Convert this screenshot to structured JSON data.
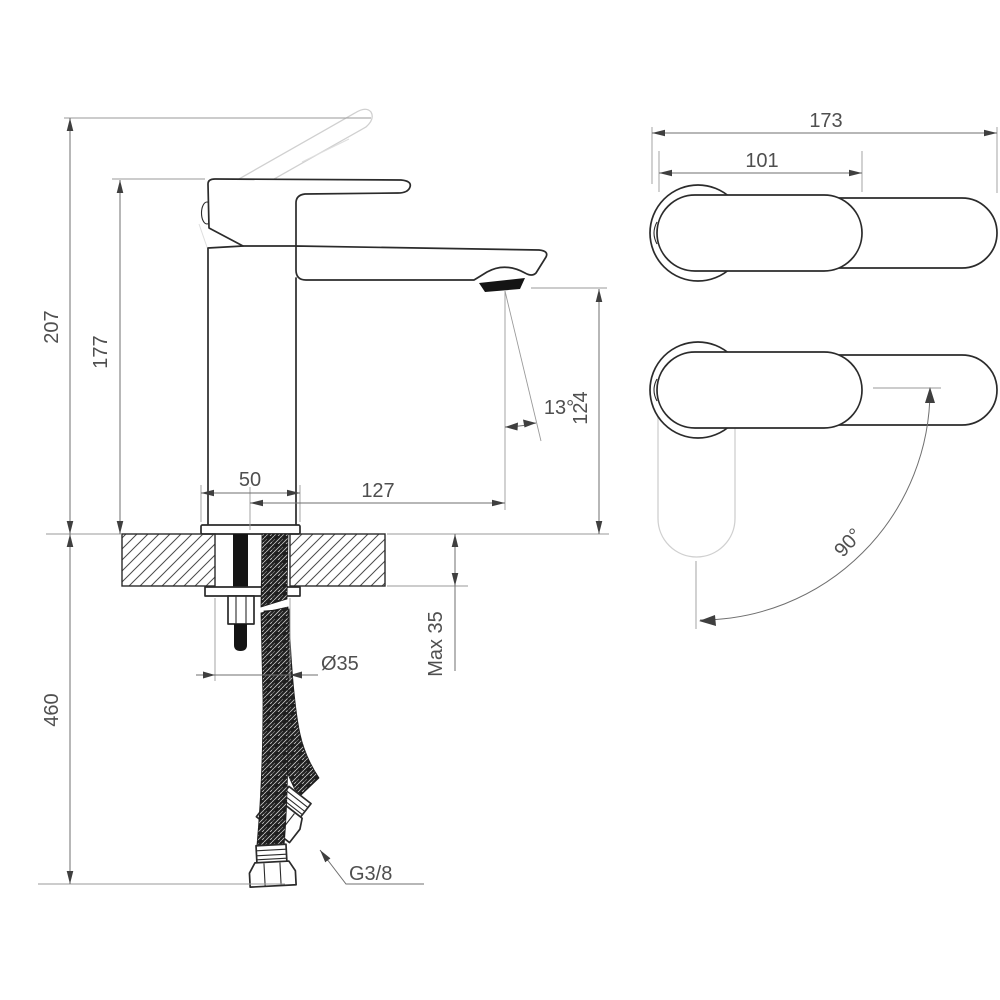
{
  "labels": {
    "side": {
      "total_height": "207",
      "body_height": "177",
      "spout_height": "124",
      "spout_angle": "13°",
      "base_width": "50",
      "spout_reach": "127",
      "below_counter": "460",
      "hole_diameter": "Ø35",
      "counter_thickness": "Max 35",
      "hose_thread": "G3/8"
    },
    "top": {
      "overall_length": "173",
      "handle_length": "101",
      "swing_angle": "90°"
    }
  },
  "colors": {
    "outline": "#2b2b2b",
    "dimension_line": "#6f6f6f",
    "extension_line": "#9a9a9a",
    "label_text": "#4f4f4f",
    "ghost_line": "#d0d0d0",
    "dark_fill": "#141414",
    "background": "#ffffff"
  }
}
